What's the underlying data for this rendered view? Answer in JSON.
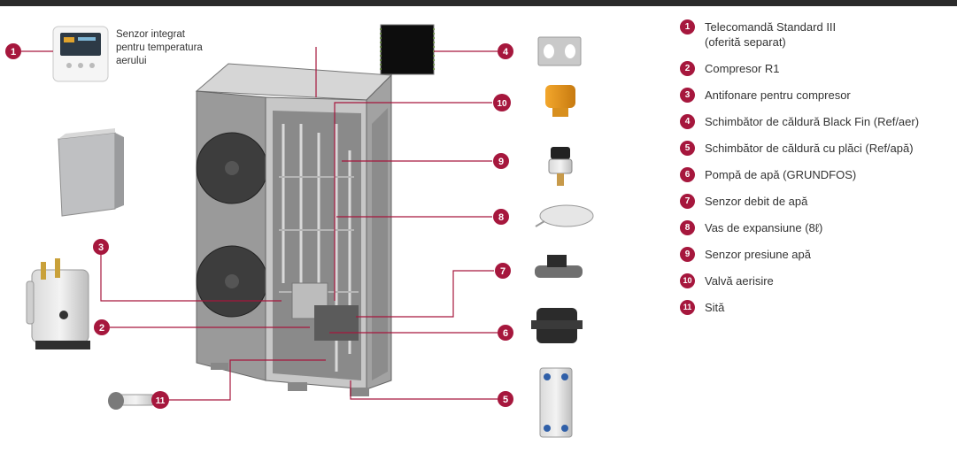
{
  "sensor_note": {
    "lines": [
      "Senzor integrat",
      "pentru temperatura",
      "aerului"
    ]
  },
  "colors": {
    "accent": "#a6173d",
    "header_bar": "#2b2b2b"
  },
  "callouts": [
    "1",
    "2",
    "3",
    "4",
    "5",
    "6",
    "7",
    "8",
    "9",
    "10",
    "11"
  ],
  "legend": [
    {
      "number": "1",
      "text": "Telecomandă Standard III",
      "text2": "(oferită separat)"
    },
    {
      "number": "2",
      "text": "Compresor R1"
    },
    {
      "number": "3",
      "text": "Antifonare pentru compresor"
    },
    {
      "number": "4",
      "text": "Schimbător de căldură Black Fin (Ref/aer)"
    },
    {
      "number": "5",
      "text": "Schimbător de căldură cu plăci (Ref/apă)"
    },
    {
      "number": "6",
      "text": "Pompă de apă (GRUNDFOS)"
    },
    {
      "number": "7",
      "text": "Senzor debit de apă"
    },
    {
      "number": "8",
      "text": "Vas de expansiune (8ℓ)"
    },
    {
      "number": "9",
      "text": "Senzor presiune apă"
    },
    {
      "number": "10",
      "text": "Valvă aerisire"
    },
    {
      "number": "11",
      "text": "Sită"
    }
  ]
}
